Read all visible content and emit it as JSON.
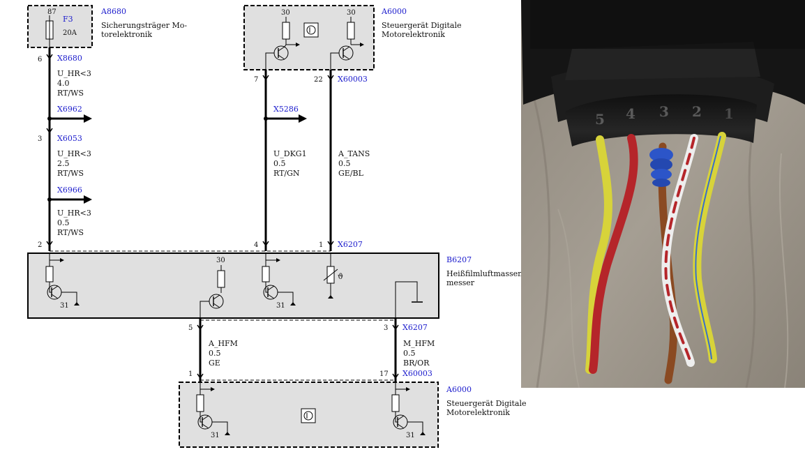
{
  "colors": {
    "blue_label": "#1a1acc",
    "box_fill": "#e0e0e0",
    "wire": "#000000",
    "wire_yellow": "#d7d33a",
    "wire_red": "#b5252a",
    "wire_brown": "#8a4a22",
    "seal_blue": "#2c55c8",
    "housing": "#1b1b1b",
    "wood": "#9c958a"
  },
  "labels": {
    "a8680": "A8680",
    "a8680_desc_1": "Sicherungsträger Mo-",
    "a8680_desc_2": "torelektronik",
    "f3": "F3",
    "f3_pin": "87",
    "f3_rating": "20A",
    "a6000_top": "A6000",
    "a6000_top_desc_1": "Steuergerät Digitale",
    "a6000_top_desc_2": "Motorelektronik",
    "a6000_top_pin1": "30",
    "a6000_top_pin2": "30",
    "b6207": "B6207",
    "b6207_desc_1": "Heißfilmluftmassen-",
    "b6207_desc_2": "messer",
    "b6207_pin30": "30",
    "a6000_bot": "A6000",
    "a6000_bot_desc_1": "Steuergerät Digitale",
    "a6000_bot_desc_2": "Motorelektronik",
    "ground_31": "31"
  },
  "connectors": {
    "x8680": "X8680",
    "x6962": "X6962",
    "x6053": "X6053",
    "x6966": "X6966",
    "x5286": "X5286",
    "x60003_top": "X60003",
    "x6207_top": "X6207",
    "x6207_bot": "X6207",
    "x60003_bot": "X60003"
  },
  "pins": {
    "p6": "6",
    "p3": "3",
    "p2": "2",
    "p7": "7",
    "p22": "22",
    "p4": "4",
    "p1": "1",
    "p5": "5",
    "p3b": "3",
    "p1b": "1",
    "p17": "17"
  },
  "wires": {
    "w1_name": "U_HR<3",
    "w1_size": "4.0",
    "w1_color": "RT/WS",
    "w2_name": "U_HR<3",
    "w2_size": "2.5",
    "w2_color": "RT/WS",
    "w3_name": "U_HR<3",
    "w3_size": "0.5",
    "w3_color": "RT/WS",
    "w4_name": "U_DKG1",
    "w4_size": "0.5",
    "w4_color": "RT/GN",
    "w5_name": "A_TANS",
    "w5_size": "0.5",
    "w5_color": "GE/BL",
    "w6_name": "A_HFM",
    "w6_size": "0.5",
    "w6_color": "GE",
    "w7_name": "M_HFM",
    "w7_size": "0.5",
    "w7_color": "BR/OR"
  },
  "photo": {
    "pin_numbers": [
      "5",
      "4",
      "3",
      "2",
      "1"
    ]
  }
}
